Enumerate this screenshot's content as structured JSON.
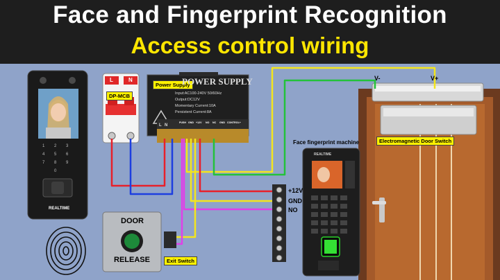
{
  "title": "Face and Fingerprint Recognition",
  "subtitle": "Access control wiring",
  "labels": {
    "power_supply": "Power Supply",
    "dp_mcb": "DP-MCB",
    "mcb_l": "L",
    "mcb_n": "N",
    "face_fingerprint_machine": "Face fingerprint machine",
    "electromagnetic_door_switch": "Electromagnetic Door Switch",
    "exit_switch": "Exit Switch",
    "v_minus": "V-",
    "v_plus": "V+",
    "plus12v": "+12V",
    "gnd": "GND",
    "no": "NO"
  },
  "power_supply_unit": {
    "header": "POWER SUPPLY",
    "specs": [
      "Input:AC100-240V 50/60Hz",
      "Output:DC12V",
      "Momentary Current:10A",
      "Persistent Current:8A"
    ],
    "terminals": [
      "PUSH",
      "GND",
      "+12V",
      "",
      "NO",
      "NC",
      "GND",
      "CONTROL+"
    ],
    "warning_letters": [
      "L",
      "N"
    ]
  },
  "exit_button": {
    "top_text": "DOOR",
    "bottom_text": "RELEASE"
  },
  "devices": {
    "left_brand": "REALTIME",
    "right_brand": "REALTIME"
  },
  "colors": {
    "wire_red": "#e8202a",
    "wire_blue": "#1d3ee0",
    "wire_yellow": "#f3e51d",
    "wire_green": "#23c23a",
    "wire_magenta": "#e040e8",
    "background": "#8fa3c9"
  }
}
